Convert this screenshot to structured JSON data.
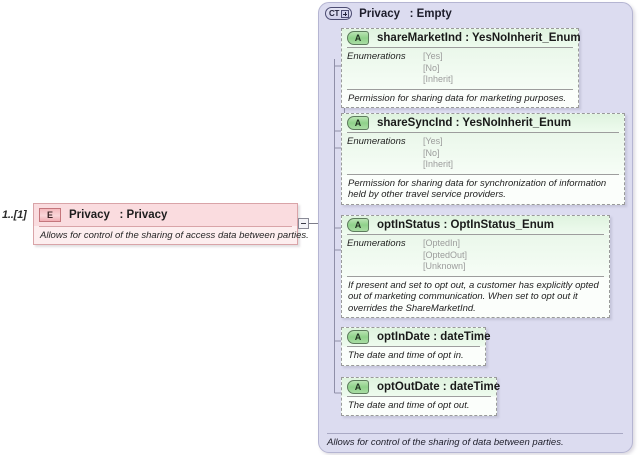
{
  "element": {
    "occurrence": "1..[1]",
    "icon": "element-icon",
    "icon_label": "E",
    "title": "Privacy   : Privacy",
    "documentation": "Allows for control of the sharing of access data between parties."
  },
  "connector": {
    "collapse_icon": "minus-collapse-icon"
  },
  "complex_type": {
    "icon_label": "CT",
    "icon": "complex-type-expand-icon",
    "title": "Privacy   : Empty",
    "documentation": "Allows for control of the sharing of data between parties."
  },
  "attributes": [
    {
      "icon_label": "A",
      "title": "shareMarketInd : YesNoInherit_Enum",
      "name": "shareMarketInd",
      "type": "YesNoInherit_Enum",
      "enumerations_label": "Enumerations",
      "enumerations": [
        "[Yes]",
        "[No]",
        "[Inherit]"
      ],
      "documentation": "Permission for sharing data for marketing purposes."
    },
    {
      "icon_label": "A",
      "title": "shareSyncInd : YesNoInherit_Enum",
      "name": "shareSyncInd",
      "type": "YesNoInherit_Enum",
      "enumerations_label": "Enumerations",
      "enumerations": [
        "[Yes]",
        "[No]",
        "[Inherit]"
      ],
      "documentation": "Permission for sharing data for synchronization of information held by other travel service providers."
    },
    {
      "icon_label": "A",
      "title": "optInStatus : OptInStatus_Enum",
      "name": "optInStatus",
      "type": "OptInStatus_Enum",
      "enumerations_label": "Enumerations",
      "enumerations": [
        "[OptedIn]",
        "[OptedOut]",
        "[Unknown]"
      ],
      "documentation": "If present and set to opt out, a customer has explicitly opted out of marketing communication. When set to opt out it overrides the ShareMarketInd."
    },
    {
      "icon_label": "A",
      "title": "optInDate : dateTime",
      "name": "optInDate",
      "type": "dateTime",
      "enumerations_label": null,
      "enumerations": [],
      "documentation": "The date and time of opt in."
    },
    {
      "icon_label": "A",
      "title": "optOutDate : dateTime",
      "name": "optOutDate",
      "type": "dateTime",
      "enumerations_label": null,
      "enumerations": [],
      "documentation": "The date and time of opt out."
    }
  ],
  "colors": {
    "element_fill": "#fdeeef",
    "element_header": "#fadcdf",
    "element_border": "#d9a4a8",
    "ct_fill": "#dcdcf0",
    "ct_border": "#b5b5d2",
    "attr_fill": "#f3fbf3",
    "attr_header": "#dff3df",
    "attr_border": "#9a9a9a",
    "enum_value_text": "#9c9c9c"
  }
}
